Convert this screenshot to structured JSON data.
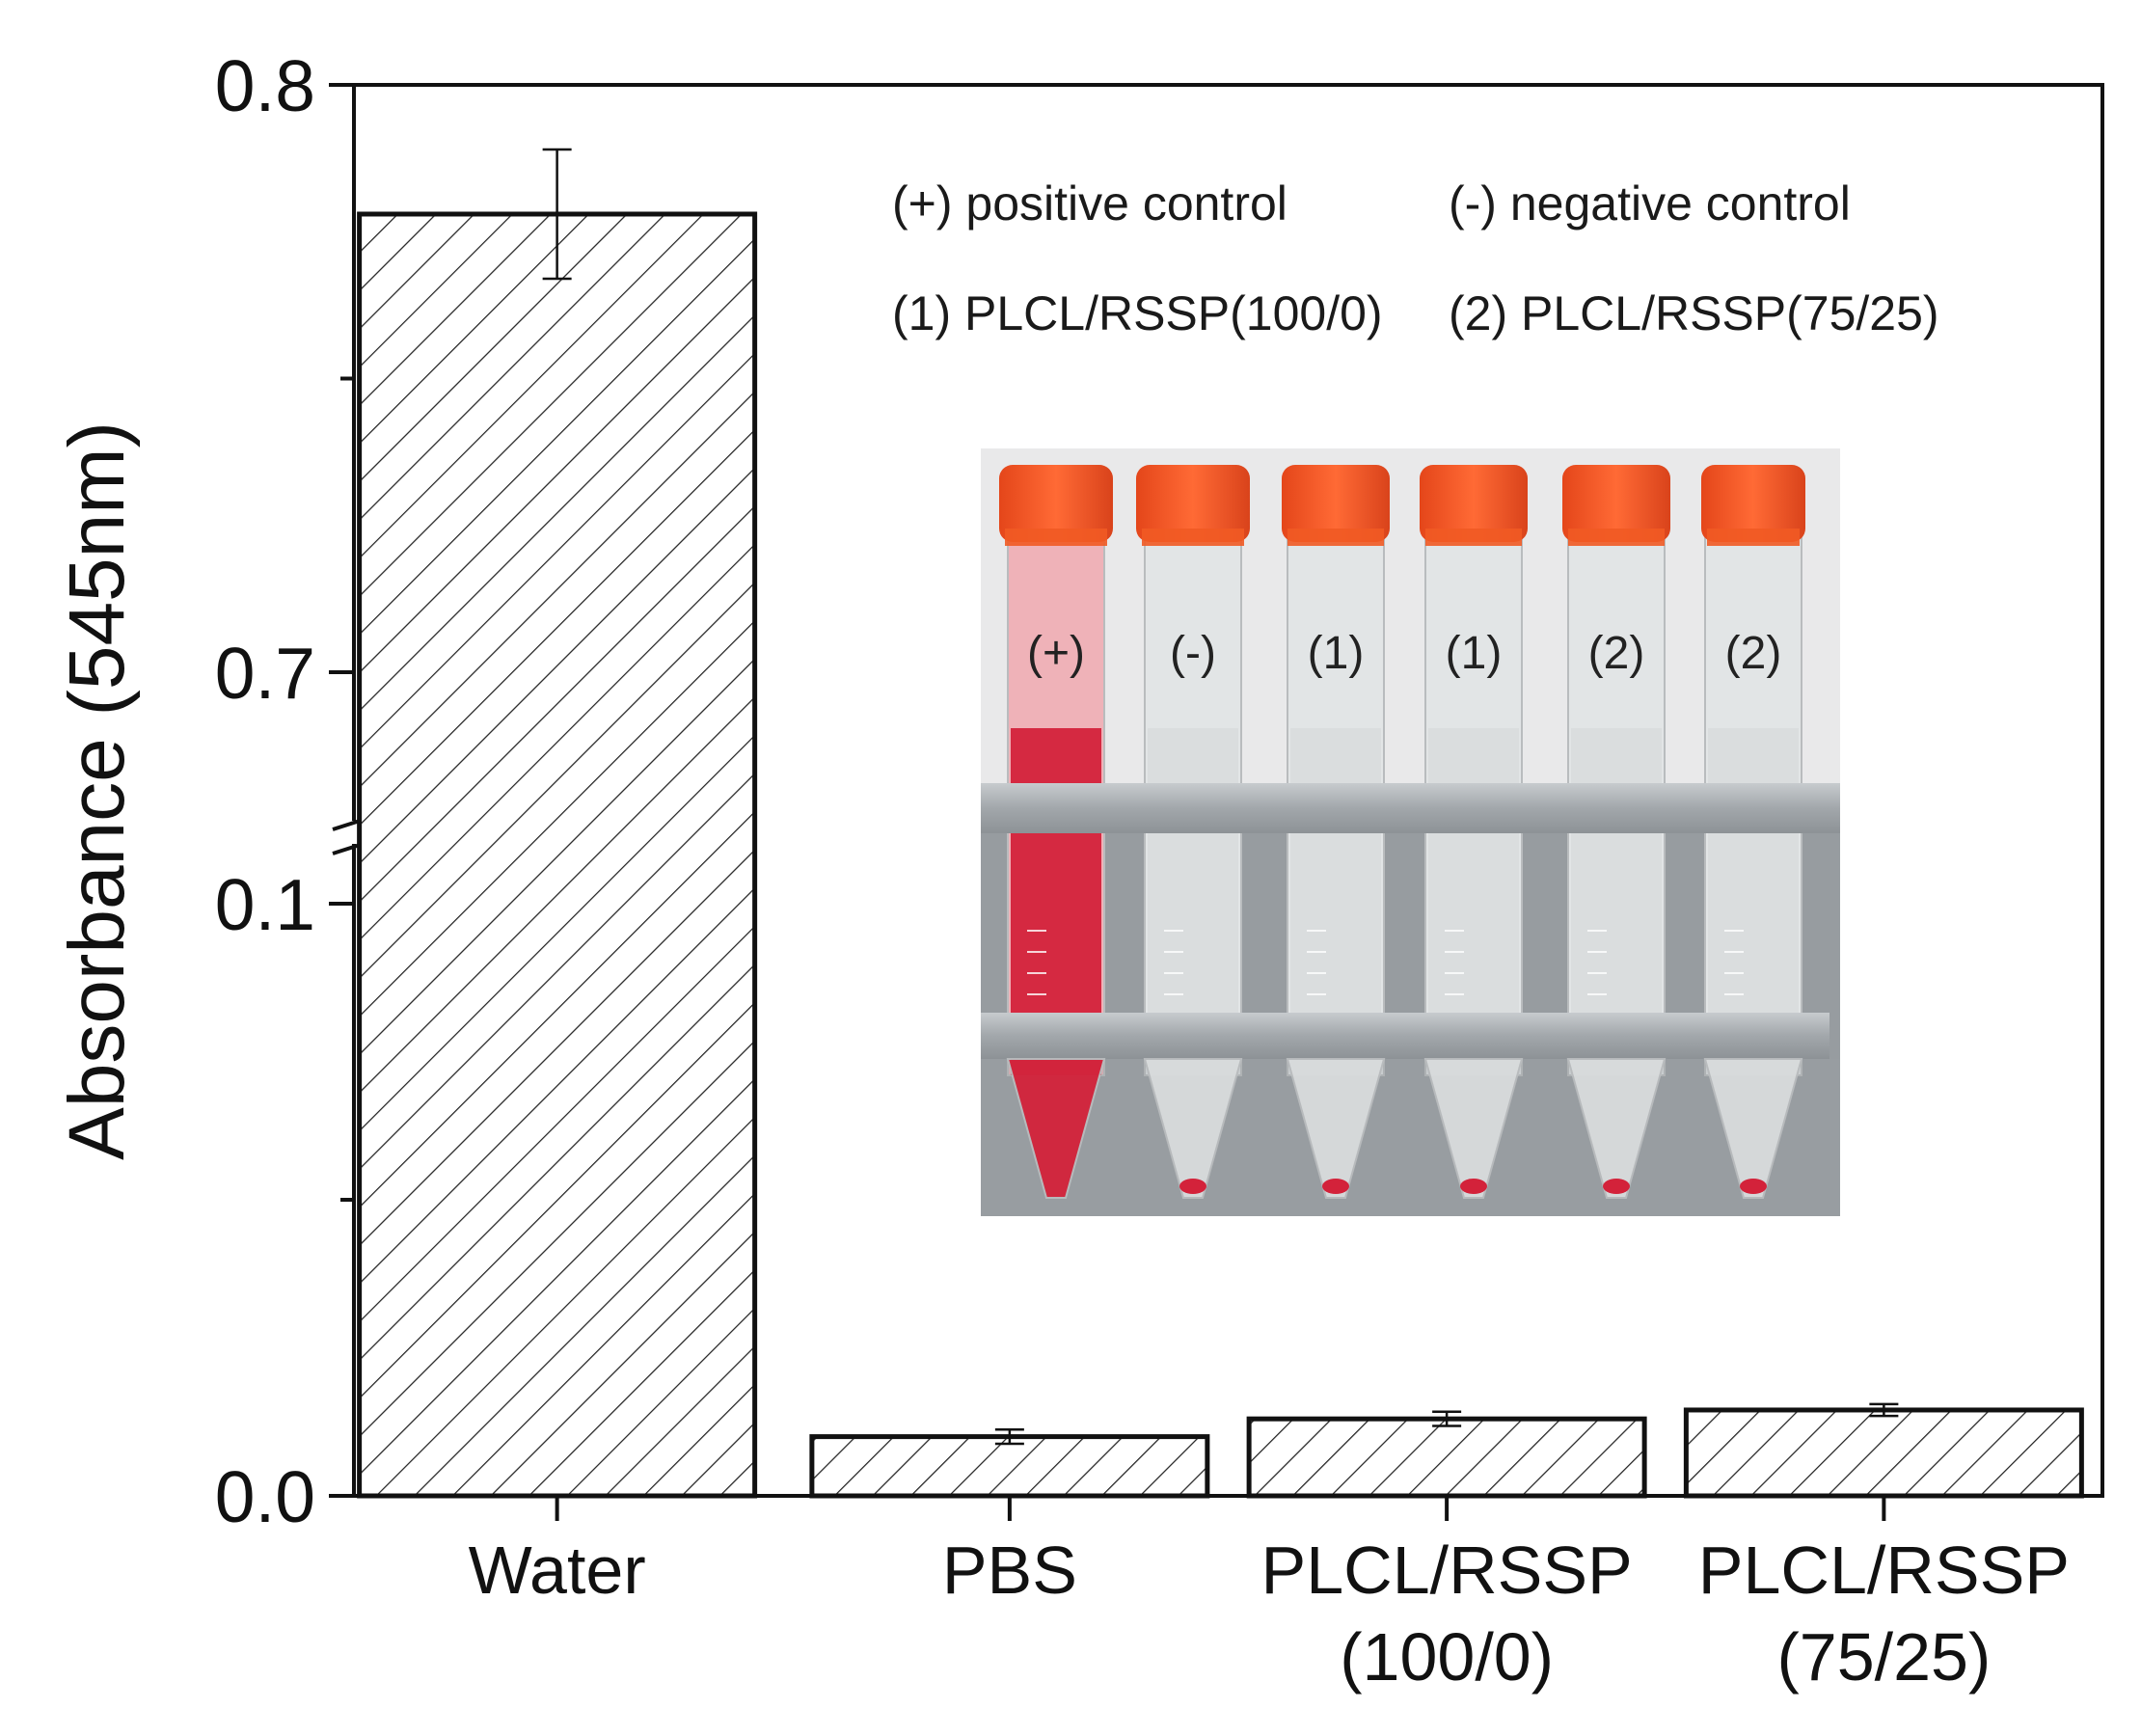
{
  "chart_data": {
    "type": "bar",
    "categories": [
      "Water",
      "PBS",
      "PLCL/RSSP (100/0)",
      "PLCL/RSSP (75/25)"
    ],
    "category_lines": [
      [
        "Water"
      ],
      [
        "PBS"
      ],
      [
        "PLCL/RSSP",
        "(100/0)"
      ],
      [
        "PLCL/RSSP",
        "(75/25)"
      ]
    ],
    "values": [
      0.778,
      0.01,
      0.013,
      0.0145
    ],
    "errors": [
      0.011,
      0.0012,
      0.0012,
      0.001
    ],
    "ylabel": "Absorbance (545nm)",
    "xlabel": "",
    "ylim": [
      0.0,
      0.8
    ],
    "axis_break": [
      0.1,
      0.68
    ],
    "yticks": [
      {
        "value": 0.0,
        "label": "0.0"
      },
      {
        "value": 0.1,
        "label": "0.1"
      },
      {
        "value": 0.7,
        "label": "0.7"
      },
      {
        "value": 0.8,
        "label": "0.8"
      }
    ],
    "minor_yticks": [
      0.05,
      0.75
    ],
    "bar_fill": "hatched",
    "grid": false,
    "legend": false
  },
  "annotations": {
    "positive_control": "(+) positive control",
    "negative_control": "(-) negative control",
    "sample_1": "(1) PLCL/RSSP(100/0)",
    "sample_2": "(2) PLCL/RSSP(75/25)"
  },
  "inset_photo": {
    "tube_labels": [
      "(+)",
      "(-)",
      "(1)",
      "(1)",
      "(2)",
      "(2)"
    ],
    "colors": {
      "cap": "#f15a24",
      "red_solution": "#d3223a",
      "clear_solution": "#d7dadb",
      "rack_metal": "#a7acaf",
      "background": "#e9e9ea"
    }
  }
}
